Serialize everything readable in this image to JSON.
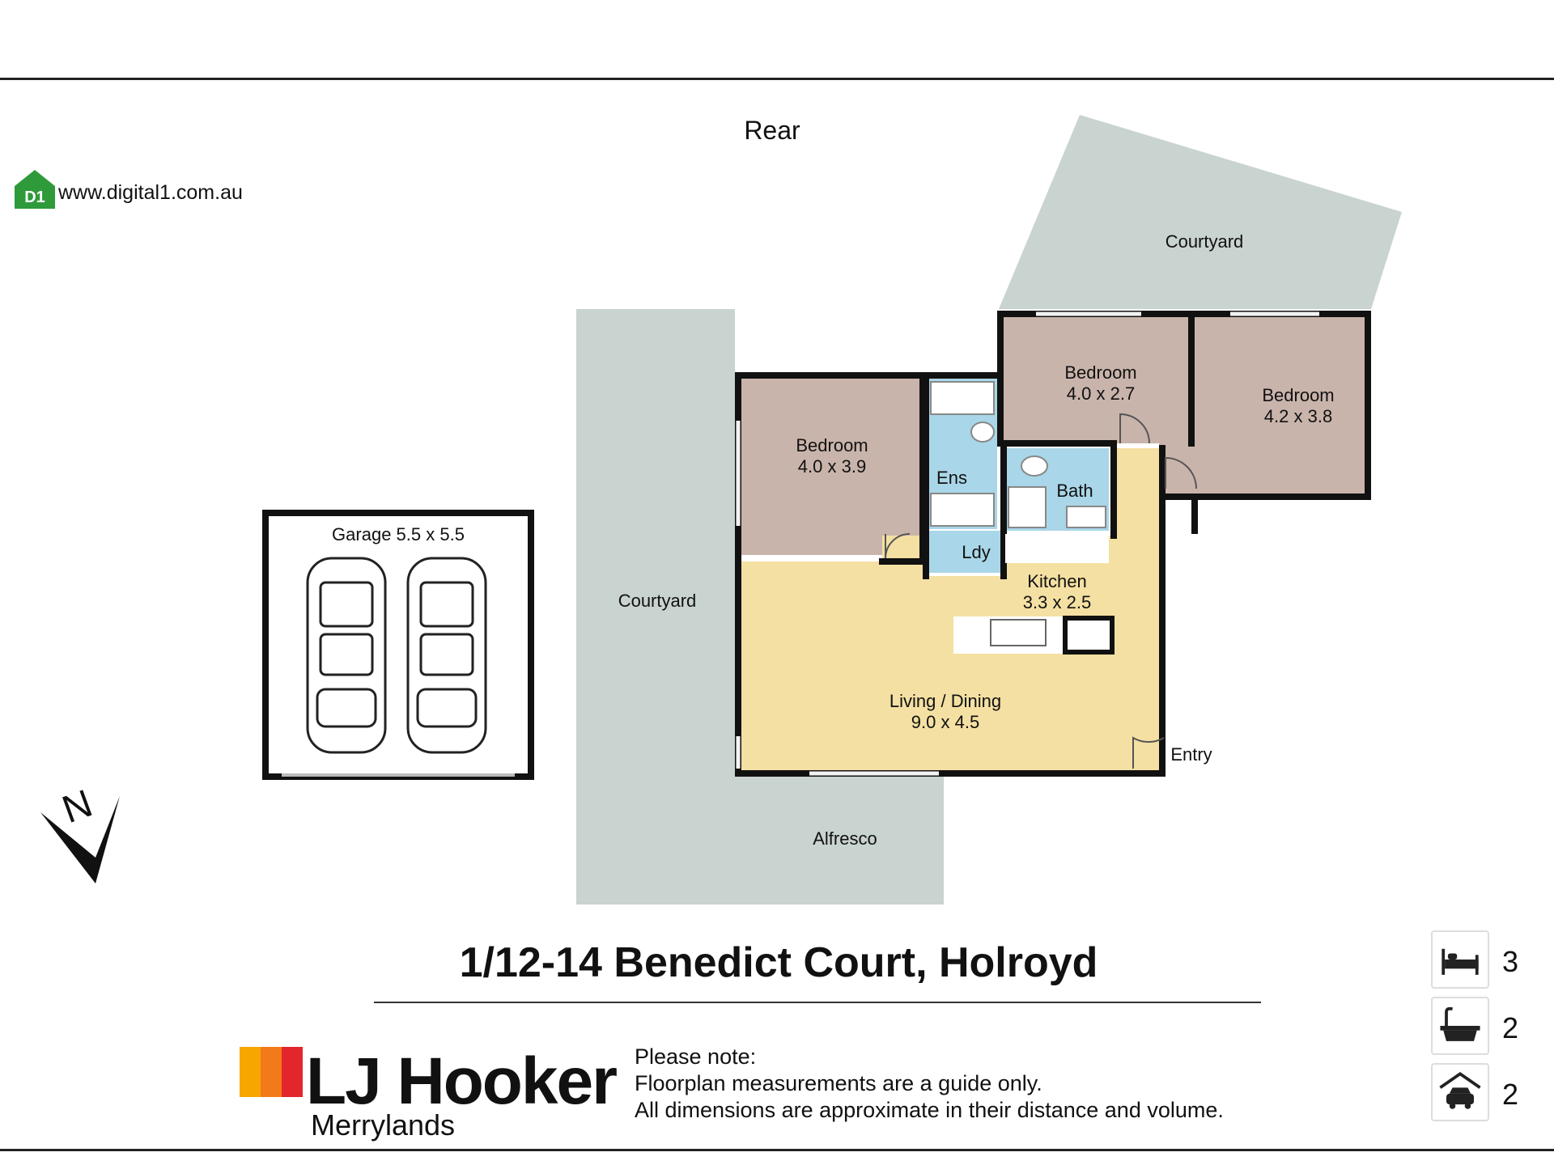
{
  "plan": {
    "orientation_label": "Rear",
    "north_label": "N",
    "rooms": {
      "courtyard_top": "Courtyard",
      "courtyard_left": "Courtyard",
      "alfresco": "Alfresco",
      "bedroom1_name": "Bedroom",
      "bedroom1_size": "4.0 x 3.9",
      "bedroom2_name": "Bedroom",
      "bedroom2_size": "4.0 x 2.7",
      "bedroom3_name": "Bedroom",
      "bedroom3_size": "4.2 x 3.8",
      "ensuite": "Ens",
      "bath": "Bath",
      "laundry": "Ldy",
      "kitchen_name": "Kitchen",
      "kitchen_size": "3.3 x 2.5",
      "living_name": "Living / Dining",
      "living_size": "9.0 x 4.5",
      "entry": "Entry",
      "garage": "Garage 5.5 x 5.5"
    },
    "colors": {
      "bedroom": "#c9b4ab",
      "wet_area": "#a9d6e8",
      "living": "#f4e0a2",
      "outdoor": "#c9d3d0",
      "wall": "#111111"
    }
  },
  "branding": {
    "photographer_logo_text": "D1",
    "photographer_website": "www.digital1.com.au",
    "agency_name": "LJ Hooker",
    "agency_office": "Merrylands",
    "logo_colors": [
      "#f7a600",
      "#f27a1a",
      "#e3262b"
    ]
  },
  "property": {
    "address": "1/12-14 Benedict Court, Holroyd"
  },
  "disclaimer": {
    "title": "Please note:",
    "line1": "Floorplan measurements are a guide only.",
    "line2": "All dimensions are approximate in their distance and volume."
  },
  "features": [
    {
      "icon": "bed-icon",
      "count": "3"
    },
    {
      "icon": "bath-icon",
      "count": "2"
    },
    {
      "icon": "car-icon",
      "count": "2"
    }
  ]
}
